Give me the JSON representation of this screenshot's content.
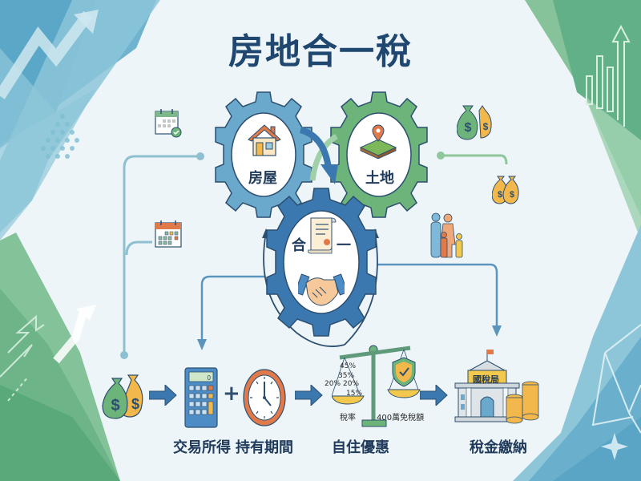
{
  "title": "房地合一稅",
  "gears": {
    "house": {
      "label": "房屋",
      "color": "#6aa8cc"
    },
    "land": {
      "label": "土地",
      "color": "#6db47a"
    },
    "combined": {
      "left_char": "合",
      "right_char": "一",
      "color": "#3b78b0"
    }
  },
  "flow": {
    "steps": [
      {
        "id": "income",
        "label": "交易所得"
      },
      {
        "id": "holding",
        "label": "持有期間"
      },
      {
        "id": "self_use",
        "label": "自住優惠"
      },
      {
        "id": "payment",
        "label": "稅金繳納"
      }
    ],
    "operators": [
      "→",
      "+",
      "→",
      "→"
    ]
  },
  "scale": {
    "left_rates": [
      "45%",
      "35%",
      "20%"
    ],
    "inner_rates": [
      "20%",
      "15%"
    ],
    "left_caption": "稅率",
    "right_caption": "400萬免稅額"
  },
  "building": {
    "sign": "國稅局"
  },
  "calculator": {
    "display": "0"
  },
  "colors": {
    "title": "#1f4770",
    "blue": "#3b78b0",
    "light_blue": "#6aa8cc",
    "green": "#6db47a",
    "orange": "#e07a4a",
    "gold": "#f2b84b",
    "bg": "#eef5f8"
  }
}
